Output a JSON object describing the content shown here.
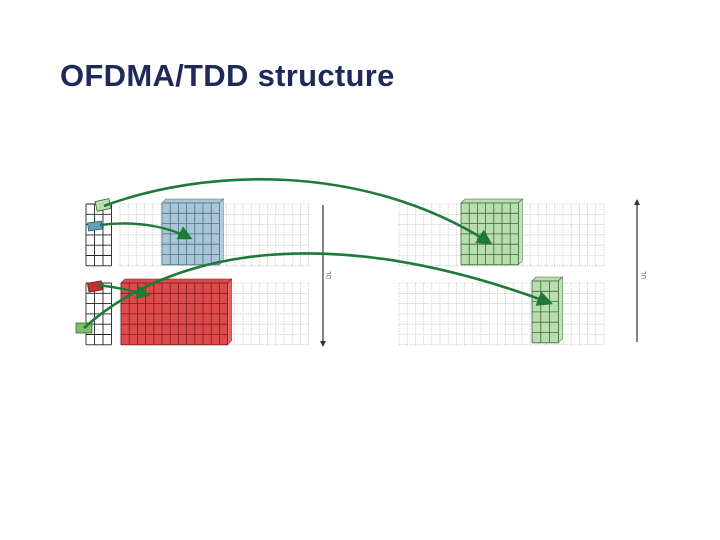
{
  "slide": {
    "title": "OFDMA/TDD structure"
  },
  "diagram": {
    "downlink_label": "DL",
    "uplink_label": "UL",
    "colors": {
      "grid_line": "#bdbdbd",
      "grid_dark": "#222222",
      "blue_block": "#a9c6d8",
      "red_block": "#dd4a4a",
      "green_block": "#b9dcb0",
      "arrow": "#1f7a3a",
      "axis": "#333333"
    }
  }
}
